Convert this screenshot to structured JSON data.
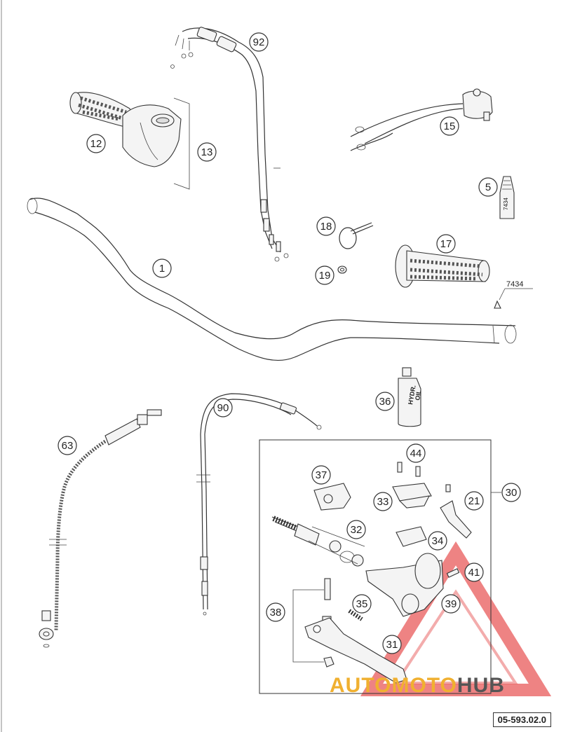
{
  "callouts": [
    {
      "num": "92"
    },
    {
      "num": "12"
    },
    {
      "num": "13"
    },
    {
      "num": "15"
    },
    {
      "num": "5"
    },
    {
      "num": "18"
    },
    {
      "num": "17"
    },
    {
      "num": "19"
    },
    {
      "num": "1"
    },
    {
      "num": "36"
    },
    {
      "num": "90"
    },
    {
      "num": "63"
    },
    {
      "num": "44"
    },
    {
      "num": "37"
    },
    {
      "num": "30"
    },
    {
      "num": "33"
    },
    {
      "num": "21"
    },
    {
      "num": "32"
    },
    {
      "num": "34"
    },
    {
      "num": "41"
    },
    {
      "num": "35"
    },
    {
      "num": "38"
    },
    {
      "num": "39"
    },
    {
      "num": "31"
    }
  ],
  "labels": {
    "tube_code": "7434",
    "tube_code_leader": "7434",
    "bottle_text_1": "HYDR.",
    "bottle_text_2": "OIL"
  },
  "doc_ref": "05-593.02.0",
  "watermark": {
    "part1": "AUTOMOTO",
    "part2": "HUB"
  },
  "colors": {
    "watermark_red": "#e85a5a",
    "watermark_orange": "#f0b030",
    "watermark_gray": "#555555"
  }
}
